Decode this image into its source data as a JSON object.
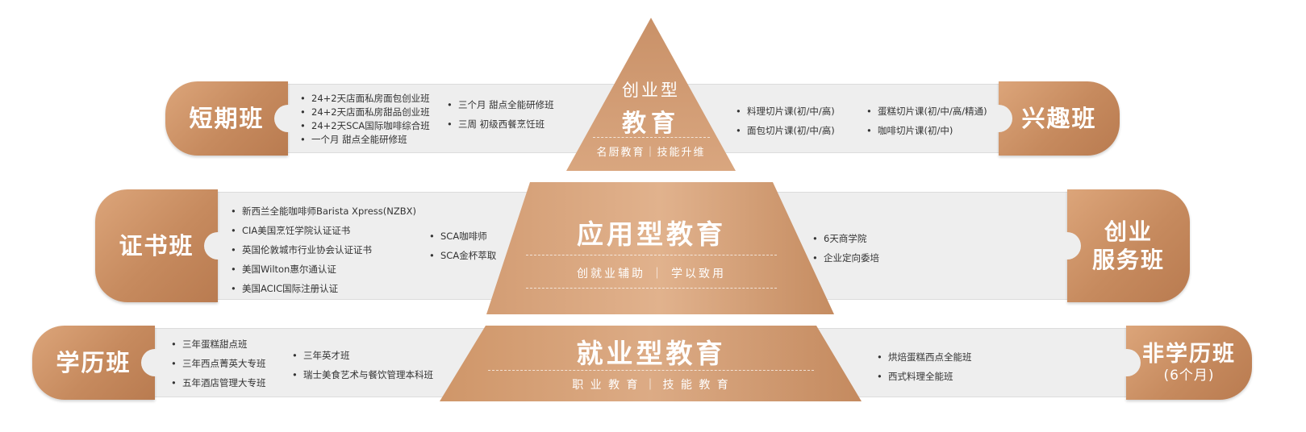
{
  "colors": {
    "accent": "#c68a5e",
    "band": "#eeeeee",
    "text": "#333333"
  },
  "pyramid": {
    "top": {
      "line1": "创业型",
      "line2": "教育",
      "sub": "名厨教育｜技能升维"
    },
    "middle": {
      "title": "应用型教育",
      "sub": "创就业辅助 ｜ 学以致用"
    },
    "bottom": {
      "title": "就业型教育",
      "sub": "职 业 教 育 ｜ 技 能 教 育"
    }
  },
  "rows": {
    "row1": {
      "left_label": "短期班",
      "right_label": "兴趣班",
      "left_col1": [
        "24+2天店面私房面包创业班",
        "24+2天店面私房甜品创业班",
        "24+2天SCA国际咖啡综合班",
        "一个月 甜点全能研修班"
      ],
      "left_col2": [
        "三个月 甜点全能研修班",
        "三周 初级西餐烹饪班"
      ],
      "right_col1": [
        "料理切片课(初/中/高)",
        "面包切片课(初/中/高)"
      ],
      "right_col2": [
        "蛋糕切片课(初/中/高/精通)",
        "咖啡切片课(初/中)"
      ]
    },
    "row2": {
      "left_label": "证书班",
      "right_label_line1": "创业",
      "right_label_line2": "服务班",
      "left_col1": [
        "新西兰全能咖啡师Barista Xpress(NZBX)",
        "CIA美国烹饪学院认证证书",
        "英国伦敦城市行业协会认证证书",
        "美国Wilton惠尔通认证",
        "美国ACIC国际注册认证"
      ],
      "left_col2": [
        "SCA咖啡师",
        "SCA金杯萃取"
      ],
      "right_col1": [
        "6天商学院",
        "企业定向委培"
      ]
    },
    "row3": {
      "left_label": "学历班",
      "right_label": "非学历班",
      "right_sub": "(6个月)",
      "left_col1": [
        "三年蛋糕甜点班",
        "三年西点菁英大专班",
        "五年酒店管理大专班"
      ],
      "left_col2": [
        "三年英才班",
        "瑞士美食艺术与餐饮管理本科班"
      ],
      "right_col1": [
        "烘焙蛋糕西点全能班",
        "西式料理全能班"
      ]
    }
  }
}
